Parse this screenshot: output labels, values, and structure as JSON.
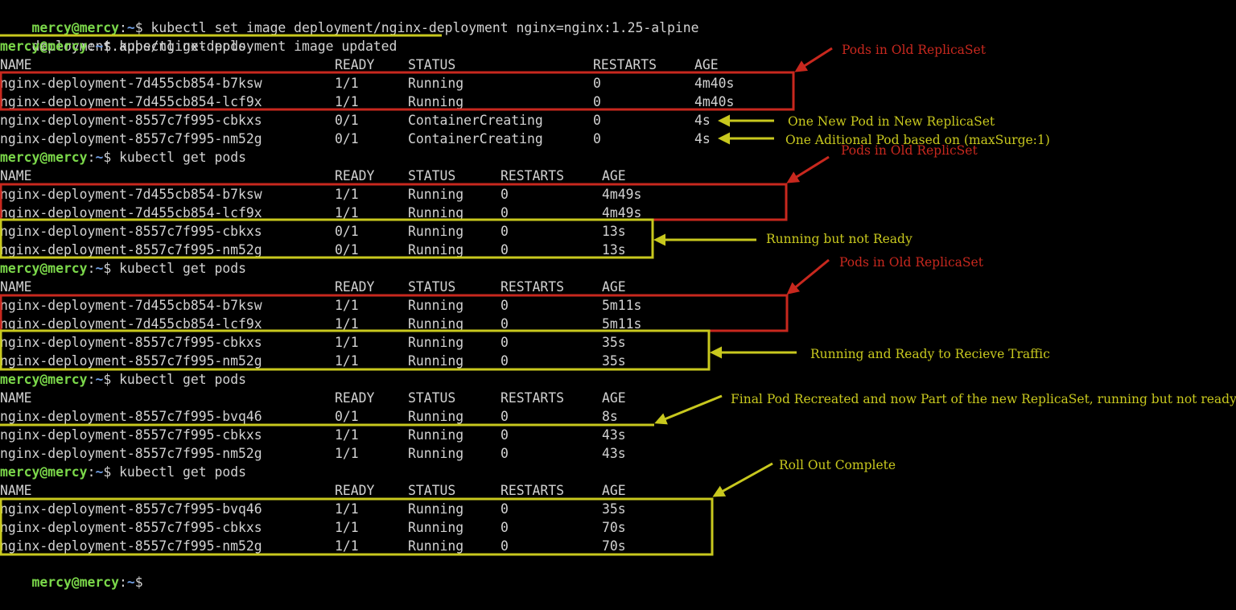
{
  "prompt": {
    "user": "mercy@mercy",
    "sep": ":",
    "path": "~",
    "symbol": "$ "
  },
  "columns": {
    "name": "NAME",
    "ready": "READY",
    "status": "STATUS",
    "restarts": "RESTARTS",
    "age": "AGE"
  },
  "command_set_image": "kubectl set image deployment/nginx-deployment nginx=nginx:1.25-alpine",
  "output_updated": "deployment.apps/nginx-deployment image updated",
  "command_get_pods": "kubectl get pods",
  "snapshots": [
    {
      "rows": [
        [
          "nginx-deployment-7d455cb854-b7ksw",
          "1/1",
          "Running",
          "0",
          "4m40s"
        ],
        [
          "nginx-deployment-7d455cb854-lcf9x",
          "1/1",
          "Running",
          "0",
          "4m40s"
        ],
        [
          "nginx-deployment-8557c7f995-cbkxs",
          "0/1",
          "ContainerCreating",
          "0",
          "4s"
        ],
        [
          "nginx-deployment-8557c7f995-nm52g",
          "0/1",
          "ContainerCreating",
          "0",
          "4s"
        ]
      ]
    },
    {
      "rows": [
        [
          "nginx-deployment-7d455cb854-b7ksw",
          "1/1",
          "Running",
          "0",
          "4m49s"
        ],
        [
          "nginx-deployment-7d455cb854-lcf9x",
          "1/1",
          "Running",
          "0",
          "4m49s"
        ],
        [
          "nginx-deployment-8557c7f995-cbkxs",
          "0/1",
          "Running",
          "0",
          "13s"
        ],
        [
          "nginx-deployment-8557c7f995-nm52g",
          "0/1",
          "Running",
          "0",
          "13s"
        ]
      ]
    },
    {
      "rows": [
        [
          "nginx-deployment-7d455cb854-b7ksw",
          "1/1",
          "Running",
          "0",
          "5m11s"
        ],
        [
          "nginx-deployment-7d455cb854-lcf9x",
          "1/1",
          "Running",
          "0",
          "5m11s"
        ],
        [
          "nginx-deployment-8557c7f995-cbkxs",
          "1/1",
          "Running",
          "0",
          "35s"
        ],
        [
          "nginx-deployment-8557c7f995-nm52g",
          "1/1",
          "Running",
          "0",
          "35s"
        ]
      ]
    },
    {
      "rows": [
        [
          "nginx-deployment-8557c7f995-bvq46",
          "0/1",
          "Running",
          "0",
          "8s"
        ],
        [
          "nginx-deployment-8557c7f995-cbkxs",
          "1/1",
          "Running",
          "0",
          "43s"
        ],
        [
          "nginx-deployment-8557c7f995-nm52g",
          "1/1",
          "Running",
          "0",
          "43s"
        ]
      ]
    },
    {
      "rows": [
        [
          "nginx-deployment-8557c7f995-bvq46",
          "1/1",
          "Running",
          "0",
          "35s"
        ],
        [
          "nginx-deployment-8557c7f995-cbkxs",
          "1/1",
          "Running",
          "0",
          "70s"
        ],
        [
          "nginx-deployment-8557c7f995-nm52g",
          "1/1",
          "Running",
          "0",
          "70s"
        ]
      ]
    }
  ],
  "annotations": {
    "old_rs_1": "Pods in Old ReplicaSet",
    "new_pod": "One New Pod in New ReplicaSet",
    "additional_pod": "One Aditional Pod based on (maxSurge:1)",
    "old_rs_2": "Pods in Old ReplicSet",
    "running_not_ready": "Running but not Ready",
    "old_rs_3": "Pods in Old ReplicaSet",
    "running_ready": "Running and Ready to Recieve Traffic",
    "final_pod": "Final Pod Recreated and now Part of the new ReplicaSet, running but not ready",
    "rollout_complete": "Roll Out Complete"
  },
  "colors": {
    "background": "#000000",
    "terminal_text": "#d2d2d2",
    "prompt_user": "#7bd84a",
    "prompt_path": "#6f9ce0",
    "annotation_red": "#c8281e",
    "annotation_yellow": "#c8c81e"
  }
}
